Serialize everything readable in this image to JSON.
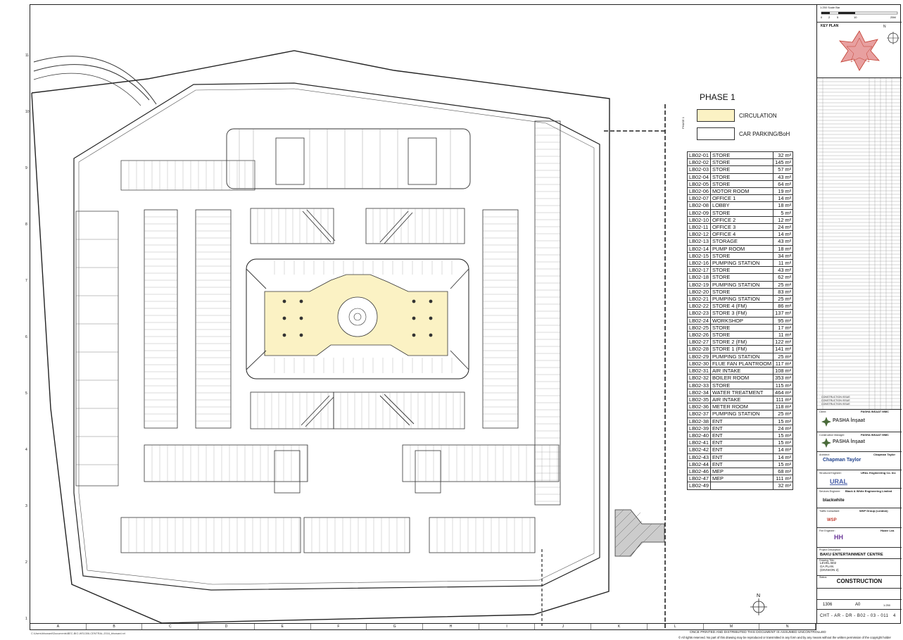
{
  "grid": {
    "columns": [
      "A",
      "B",
      "C",
      "D",
      "E",
      "F",
      "G",
      "H",
      "I",
      "J",
      "K",
      "L",
      "M",
      "N"
    ],
    "rows": [
      "11",
      "10",
      "9",
      "8",
      "7",
      "6",
      "5",
      "4",
      "3",
      "2",
      "1"
    ]
  },
  "legend": {
    "title": "PHASE 1",
    "vertical_label": "PHASE 1",
    "items": [
      {
        "label": "CIRCULATION",
        "color": "#fbf2c4"
      },
      {
        "label": "CAR PARKING/BoH",
        "color": "#ffffff"
      }
    ]
  },
  "rooms": [
    {
      "code": "LB02-01",
      "name": "STORE",
      "area": "32 m²"
    },
    {
      "code": "LB02-02",
      "name": "STORE",
      "area": "145 m²"
    },
    {
      "code": "LB02-03",
      "name": "STORE",
      "area": "57 m²"
    },
    {
      "code": "LB02-04",
      "name": "STORE",
      "area": "43 m²"
    },
    {
      "code": "LB02-05",
      "name": "STORE",
      "area": "64 m²"
    },
    {
      "code": "LB02-06",
      "name": "MOTOR ROOM",
      "area": "19 m²"
    },
    {
      "code": "LB02-07",
      "name": "OFFICE 1",
      "area": "14 m²"
    },
    {
      "code": "LB02-08",
      "name": "LOBBY",
      "area": "18 m²"
    },
    {
      "code": "LB02-09",
      "name": "STORE",
      "area": "5 m²"
    },
    {
      "code": "LB02-10",
      "name": "OFFICE 2",
      "area": "12 m²"
    },
    {
      "code": "LB02-11",
      "name": "OFFICE 3",
      "area": "24 m²"
    },
    {
      "code": "LB02-12",
      "name": "OFFICE 4",
      "area": "14 m²"
    },
    {
      "code": "LB02-13",
      "name": "STORAGE",
      "area": "43 m²"
    },
    {
      "code": "LB02-14",
      "name": "PUMP ROOM",
      "area": "18 m²"
    },
    {
      "code": "LB02-15",
      "name": "STORE",
      "area": "34 m²"
    },
    {
      "code": "LB02-16",
      "name": "PUMPING STATION",
      "area": "11 m²"
    },
    {
      "code": "LB02-17",
      "name": "STORE",
      "area": "43 m²"
    },
    {
      "code": "LB02-18",
      "name": "STORE",
      "area": "62 m²"
    },
    {
      "code": "LB02-19",
      "name": "PUMPING STATION",
      "area": "25 m²"
    },
    {
      "code": "LB02-20",
      "name": "STORE",
      "area": "83 m²"
    },
    {
      "code": "LB02-21",
      "name": "PUMPING STATION",
      "area": "25 m²"
    },
    {
      "code": "LB02-22",
      "name": "STORE 4 (FM)",
      "area": "86 m²"
    },
    {
      "code": "LB02-23",
      "name": "STORE 3 (FM)",
      "area": "137 m²"
    },
    {
      "code": "LB02-24",
      "name": "WORKSHOP",
      "area": "95 m²"
    },
    {
      "code": "LB02-25",
      "name": "STORE",
      "area": "17 m²"
    },
    {
      "code": "LB02-26",
      "name": "STORE",
      "area": "11 m²"
    },
    {
      "code": "LB02-27",
      "name": "STORE 2 (FM)",
      "area": "122 m²"
    },
    {
      "code": "LB02-28",
      "name": "STORE 1 (FM)",
      "area": "141 m²"
    },
    {
      "code": "LB02-29",
      "name": "PUMPING STATION",
      "area": "25 m²"
    },
    {
      "code": "LB02-30",
      "name": "FLUE FAN PLANTROOM",
      "area": "117 m²"
    },
    {
      "code": "LB02-31",
      "name": "AIR INTAKE",
      "area": "108 m²"
    },
    {
      "code": "LB02-32",
      "name": "BOILER ROOM",
      "area": "353 m²"
    },
    {
      "code": "LB02-33",
      "name": "STORE",
      "area": "115 m²"
    },
    {
      "code": "LB02-34",
      "name": "WATER TREATMENT",
      "area": "464 m²"
    },
    {
      "code": "LB02-35",
      "name": "AIR INTAKE",
      "area": "111 m²"
    },
    {
      "code": "LB02-36",
      "name": "METER ROOM",
      "area": "118 m²"
    },
    {
      "code": "LB02-37",
      "name": "PUMPING STATION",
      "area": "25 m²"
    },
    {
      "code": "LB02-38",
      "name": "ENT",
      "area": "15 m²"
    },
    {
      "code": "LB02-39",
      "name": "ENT",
      "area": "24 m²"
    },
    {
      "code": "LB02-40",
      "name": "ENT",
      "area": "15 m²"
    },
    {
      "code": "LB02-41",
      "name": "ENT",
      "area": "15 m²"
    },
    {
      "code": "LB02-42",
      "name": "ENT",
      "area": "14 m²"
    },
    {
      "code": "LB02-43",
      "name": "ENT",
      "area": "14 m²"
    },
    {
      "code": "LB02-44",
      "name": "ENT",
      "area": "15 m²"
    },
    {
      "code": "LB02-46",
      "name": "MEP",
      "area": "68 m²"
    },
    {
      "code": "LB02-47",
      "name": "MEP",
      "area": "111 m²"
    },
    {
      "code": "LB02-49",
      "name": "",
      "area": "32 m²"
    }
  ],
  "title_block": {
    "scale_label": "1:250 Scale Bar",
    "scale_ticks": [
      "0",
      "2",
      "5",
      "10",
      "25M"
    ],
    "key_plan_label": "KEY PLAN",
    "north_label": "N",
    "revisions": [
      {
        "rev": "CONSTRUCTION ISSUE"
      },
      {
        "rev": "CONSTRUCTION ISSUE"
      },
      {
        "rev": "CONSTRUCTION ISSUE"
      }
    ],
    "client_label": "Client:",
    "client": "PASHA INSAAT MMC",
    "construction_manager_label": "Construction Manager:",
    "construction_manager": "PASHA INSAAT MMC",
    "architect_label": "Architect:",
    "architect": "Chapman Taylor",
    "structural_label": "Structural Engineer:",
    "structural": "URAL Engineering Co. Inc",
    "services_label": "Services Engineer:",
    "services": "Black & White Engineering Limited",
    "traffic_label": "Traffic Consultant:",
    "traffic": "WSP Group (London)",
    "fire_label": "Fire Engineer:",
    "fire": "Hoare Lea",
    "logo_pasha": "PASHA İnşaat",
    "logo_chapman": "Chapman Taylor",
    "logo_ural": "URAL",
    "logo_bw": "blackwhite",
    "logo_wsp": "WSP",
    "logo_hh": "HH",
    "project_label": "Project Description:",
    "project": "BAKU ENTERTAINMENT CENTRE",
    "drawing_title_label": "Drawing Title:",
    "drawing_title": [
      "LEVEL B02",
      "GA PLAN",
      "(DIVISION 2)"
    ],
    "status_label": "Status:",
    "status": "CONSTRUCTION",
    "client_project_code": "1306",
    "original_sheet_size": "A0",
    "scale": "1:250",
    "drawing_number": "CHT - AR - DR - B02 - 03 - 011",
    "revision": "4"
  },
  "notes": {
    "bottom": "ONCE PRINTED AND DISTRIBUTED THIS DOCUMENT IS ASSUMED UNCONTROLLED",
    "copyright": "© All rights reserved. No part of this drawing may be reproduced or transmitted in any form and by any means without the written permission of the copyright holder",
    "filepath": "C:\\Users\\bhoward\\Documents\\BEC-BIO-WS1306-CENTRAL-2016_bhoward.rvt"
  },
  "colors": {
    "circulation": "#fbf2c4",
    "line": "#222222",
    "hatch": "#c0392b"
  }
}
